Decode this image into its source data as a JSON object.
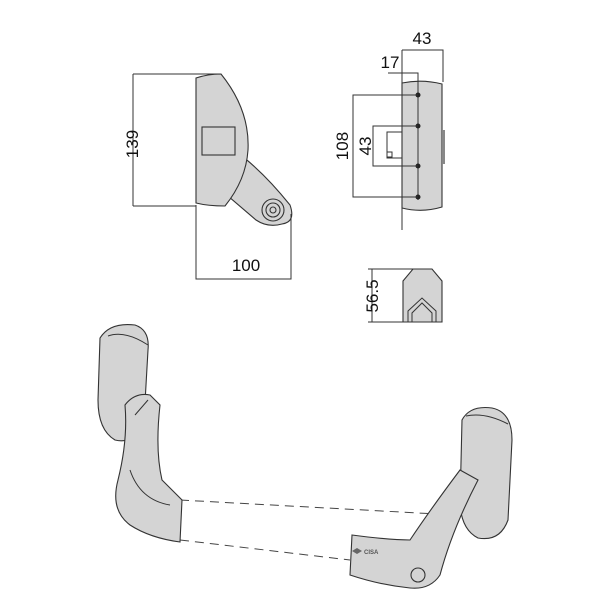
{
  "drawing": {
    "side_view": {
      "height_label": "139",
      "depth_label": "100"
    },
    "front_view": {
      "width_label": "43",
      "offset_label": "17",
      "fixing_span_label": "108",
      "inner_span_label": "43"
    },
    "end_view": {
      "height_label": "56.5"
    },
    "perspective": {
      "brand_logo": "CISA"
    }
  },
  "colors": {
    "body_fill": "#d4d4d4",
    "line": "#333333"
  }
}
